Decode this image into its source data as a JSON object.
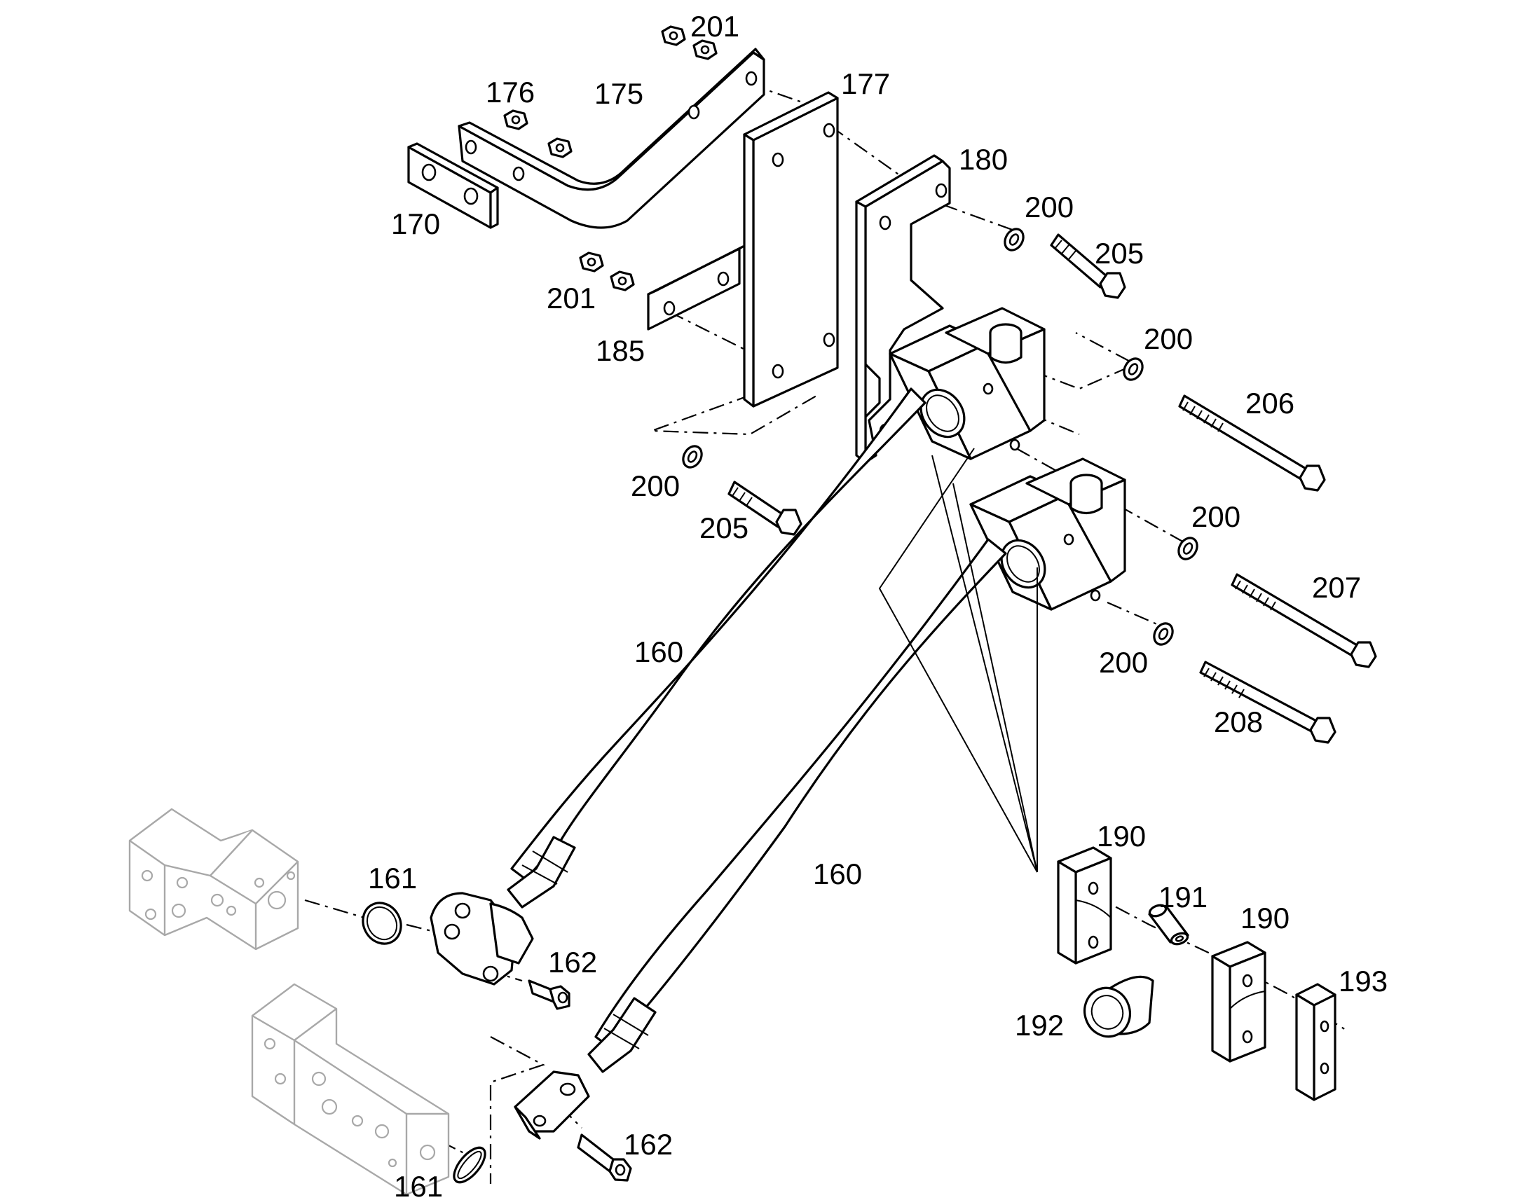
{
  "labels": {
    "l201a": "201",
    "l176": "176",
    "l175": "175",
    "l177": "177",
    "l180": "180",
    "l200a": "200",
    "l205a": "205",
    "l170": "170",
    "l201b": "201",
    "l185": "185",
    "l200b": "200",
    "l206": "206",
    "l200c": "200",
    "l205b": "205",
    "l200d": "200",
    "l207": "207",
    "l200e": "200",
    "l208": "208",
    "l160a": "160",
    "l160b": "160",
    "l190a": "190",
    "l191": "191",
    "l190b": "190",
    "l193": "193",
    "l192": "192",
    "l161a": "161",
    "l162a": "162",
    "l162b": "162",
    "l161b": "161"
  }
}
